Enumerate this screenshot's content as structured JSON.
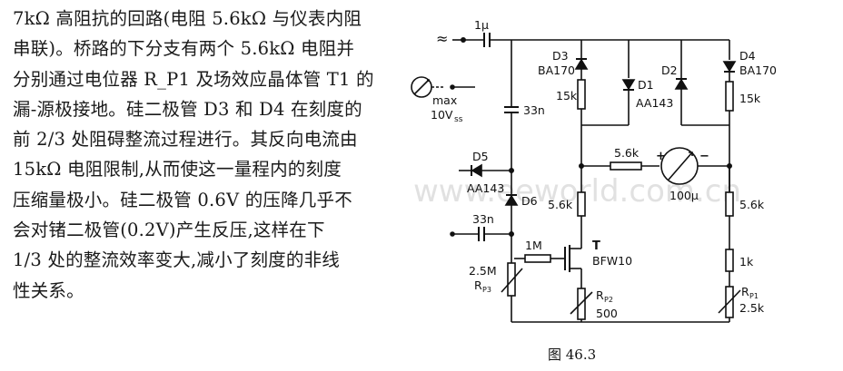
{
  "text_lines": [
    "7kΩ 高阻抗的回路(电阻 5.6kΩ 与仪表内阻",
    "串联)。桥路的下分支有两个 5.6kΩ 电阻并",
    "分别通过电位器 R_P1 及场效应晶体管 T1 的",
    "漏-源极接地。硅二极管 D3 和 D4 在刻度的",
    "前 2/3 处阻碍整流过程进行。其反向电流由",
    "15kΩ 电阻限制,从而使这一量程内的刻度",
    "压缩量极小。硅二极管 0.6V 的压降几乎不",
    "会对锗二极管(0.2V)产生反压,这样在下",
    "1/3 处的整流效率变大,减小了刻度的非线",
    "性关系。"
  ],
  "caption": "图 46.3",
  "watermark": "www.eeworld.com.cn",
  "labels": {
    "ac_in": "≈",
    "c1": "1μ",
    "meter_in_max": "max",
    "meter_in_v": "10V",
    "meter_in_sub": "ss",
    "c2": "33n",
    "d3": "D3",
    "d3_type": "BA170",
    "r_d3": "15k",
    "d1": "D1",
    "d1_type": "AA143",
    "d2": "D2",
    "d4": "D4",
    "d4_type": "BA170",
    "r_d4": "15k",
    "d5": "D5",
    "d5_type": "AA143",
    "d6": "D6",
    "r_mid": "5.6k",
    "r_left": "5.6k",
    "meter_plus": "+",
    "meter_minus": "−",
    "meter_val": "100μ",
    "r_right": "5.6k",
    "c3": "33n",
    "r_gate": "1M",
    "t": "T",
    "t_type": "BFW10",
    "rp3_val": "2.5M",
    "rp3": "R",
    "rp3_sub": "P3",
    "rp2": "R",
    "rp2_sub": "P2",
    "rp2_val": "500",
    "r_1k": "1k",
    "rp1": "R",
    "rp1_sub": "P1",
    "rp1_val": "2.5k"
  }
}
